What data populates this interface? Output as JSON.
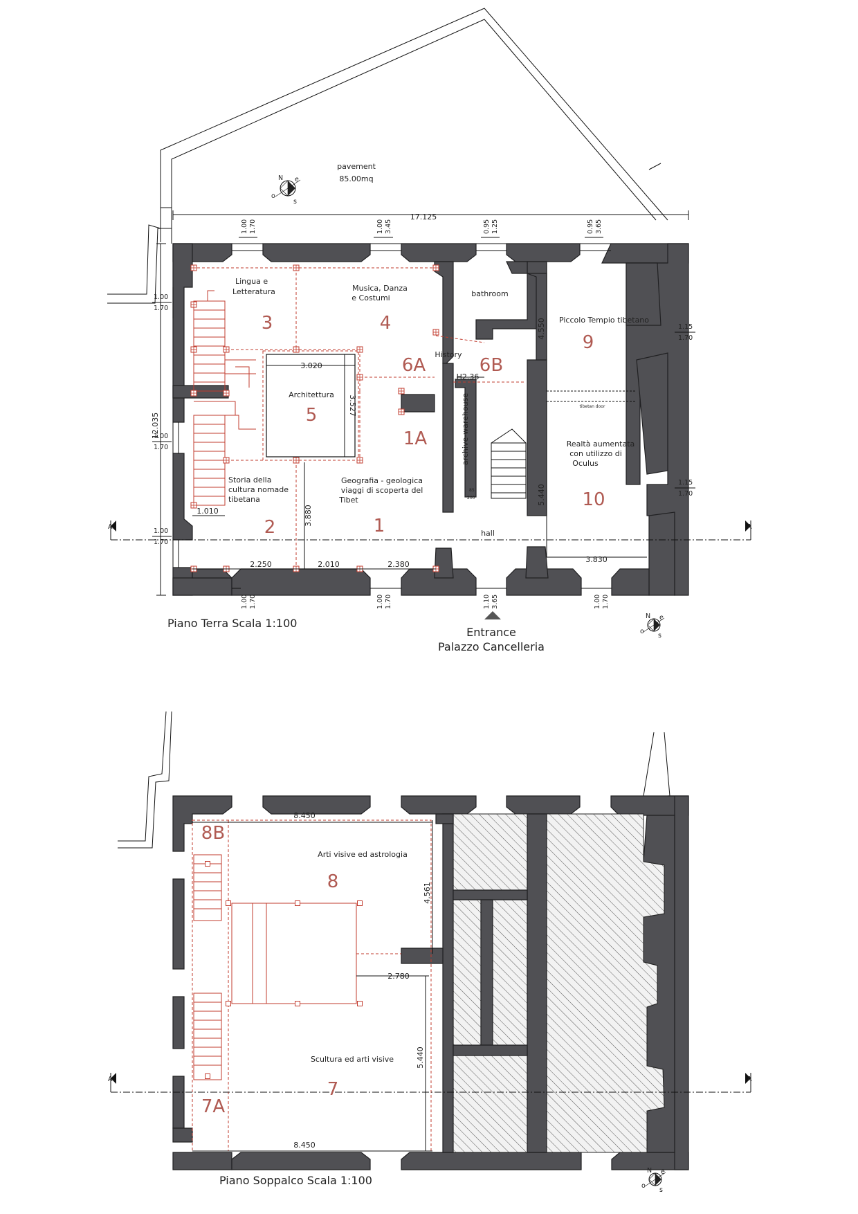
{
  "ground_floor": {
    "title": "Piano Terra  Scala 1:100",
    "pavement": "pavement",
    "pavement_area": "85.00mq",
    "entrance": "Entrance",
    "entrance_place": "Palazzo Cancelleria",
    "rooms": {
      "r3_label_a": "Lingua e",
      "r3_label_b": "Letteratura",
      "r3_num": "3",
      "r4_label_a": "Musica, Danza",
      "r4_label_b": "e Costumi",
      "r4_num": "4",
      "bathroom": "bathroom",
      "r9_label": "Piccolo Tempio tibetano",
      "r9_num": "9",
      "history": "History",
      "r6a": "6A",
      "r6b": "6B",
      "h236": "H2.36",
      "r5_label": "Architettura",
      "r5_num": "5",
      "r1a": "1A",
      "archive": "archive-warehouse",
      "tibetan_door": "tibetan door",
      "r10_label_a": "Realtà aumentata",
      "r10_label_b": "con utilizzo di",
      "r10_label_c": "Oculus",
      "r10_num": "10",
      "r2_label_a": "Storia della",
      "r2_label_b": "cultura nomade",
      "r2_label_c": "tibetana",
      "r2_num": "2",
      "r1_label_a": "Geografia - geologica",
      "r1_label_b": "viaggi di scoperta del",
      "r1_label_c": "Tibet",
      "r1_num": "1",
      "hall": "hall",
      "stair_85": "85",
      "stair_200": "200"
    },
    "dims": {
      "overall_width": "17.125",
      "overall_height": "12.035",
      "d_3020": "3.020",
      "d_3527": "3.527",
      "d_4550": "4.550",
      "d_5440": "5.440",
      "d_3880": "3.880",
      "d_1010": "1.010",
      "d_2250": "2.250",
      "d_2010": "2.010",
      "d_2380": "2.380",
      "d_3830": "3.830",
      "w_100": "1.00",
      "w_170": "1.70",
      "w_345": "3.45",
      "w_095": "0.95",
      "w_125": "1.25",
      "w_365": "3.65",
      "w_115": "1.15",
      "w_110": "1.10",
      "section_a": "A"
    }
  },
  "mezzanine": {
    "title": "Piano Soppalco  Scala 1:100",
    "rooms": {
      "r8b": "8B",
      "r8_label": "Arti visive ed astrologia",
      "r8_num": "8",
      "r7_label": "Scultura ed arti visive",
      "r7_num": "7",
      "r7a": "7A"
    },
    "dims": {
      "d_8450_top": "8.450",
      "d_4561": "4.561",
      "d_2780": "2.780",
      "d_5440": "5.440",
      "d_8450_bottom": "8.450"
    }
  },
  "compass": {
    "n": "N",
    "e": "e",
    "s": "s",
    "o": "o"
  },
  "colors": {
    "wall": "#505054",
    "accent_red": "#c23b2e",
    "room_number": "#b05a52"
  }
}
